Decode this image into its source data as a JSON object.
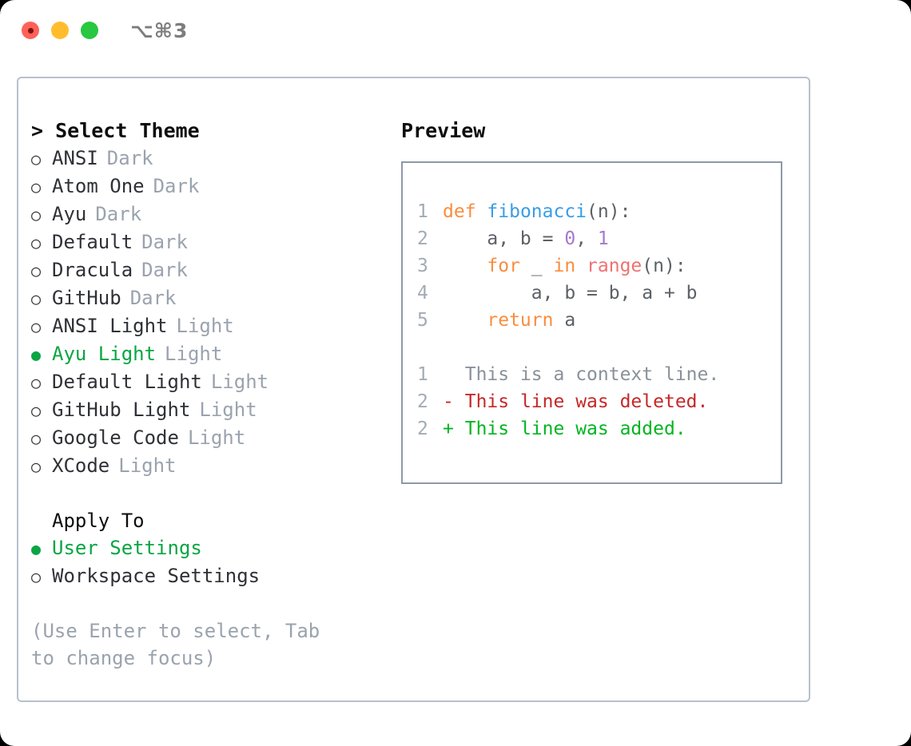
{
  "window": {
    "traffic_lights": [
      "close-button",
      "minimize-button",
      "maximize-button"
    ],
    "shortcut": "⌥⌘3"
  },
  "left_panel": {
    "heading": "> Select Theme",
    "themes": [
      {
        "marker": "○",
        "name": "ANSI",
        "kind": "Dark",
        "selected": false
      },
      {
        "marker": "○",
        "name": "Atom One",
        "kind": "Dark",
        "selected": false
      },
      {
        "marker": "○",
        "name": "Ayu",
        "kind": "Dark",
        "selected": false
      },
      {
        "marker": "○",
        "name": "Default",
        "kind": "Dark",
        "selected": false
      },
      {
        "marker": "○",
        "name": "Dracula",
        "kind": "Dark",
        "selected": false
      },
      {
        "marker": "○",
        "name": "GitHub",
        "kind": "Dark",
        "selected": false
      },
      {
        "marker": "○",
        "name": "ANSI Light",
        "kind": "Light",
        "selected": false
      },
      {
        "marker": "●",
        "name": "Ayu Light",
        "kind": "Light",
        "selected": true
      },
      {
        "marker": "○",
        "name": "Default Light",
        "kind": "Light",
        "selected": false
      },
      {
        "marker": "○",
        "name": "GitHub Light",
        "kind": "Light",
        "selected": false
      },
      {
        "marker": "○",
        "name": "Google Code",
        "kind": "Light",
        "selected": false
      },
      {
        "marker": "○",
        "name": "XCode",
        "kind": "Light",
        "selected": false
      }
    ],
    "apply_to": {
      "title": "Apply To",
      "options": [
        {
          "marker": "●",
          "name": "User Settings",
          "selected": true
        },
        {
          "marker": "○",
          "name": "Workspace Settings",
          "selected": false
        }
      ]
    },
    "hint": "(Use Enter to select, Tab to change focus)"
  },
  "right_panel": {
    "title": "Preview",
    "code_lines": [
      {
        "num": "1",
        "tokens": [
          {
            "t": "def",
            "c": "kw"
          },
          {
            "t": " ",
            "c": "plain"
          },
          {
            "t": "fibonacci",
            "c": "fn"
          },
          {
            "t": "(n):",
            "c": "plain"
          }
        ]
      },
      {
        "num": "2",
        "tokens": [
          {
            "t": "    a, b = ",
            "c": "plain"
          },
          {
            "t": "0",
            "c": "num"
          },
          {
            "t": ", ",
            "c": "plain"
          },
          {
            "t": "1",
            "c": "num"
          }
        ]
      },
      {
        "num": "3",
        "tokens": [
          {
            "t": "    ",
            "c": "plain"
          },
          {
            "t": "for",
            "c": "kw"
          },
          {
            "t": " _ ",
            "c": "plain"
          },
          {
            "t": "in",
            "c": "kw"
          },
          {
            "t": " ",
            "c": "plain"
          },
          {
            "t": "range",
            "c": "call"
          },
          {
            "t": "(n):",
            "c": "plain"
          }
        ]
      },
      {
        "num": "4",
        "tokens": [
          {
            "t": "        a, b = b, a + b",
            "c": "plain"
          }
        ]
      },
      {
        "num": "5",
        "tokens": [
          {
            "t": "    ",
            "c": "plain"
          },
          {
            "t": "return",
            "c": "kw"
          },
          {
            "t": " a",
            "c": "plain"
          }
        ]
      }
    ],
    "diff_lines": [
      {
        "num": "1",
        "sign": " ",
        "text": "This is a context line.",
        "kind": "ctx"
      },
      {
        "num": "2",
        "sign": "-",
        "text": "This line was deleted.",
        "kind": "del"
      },
      {
        "num": "2",
        "sign": "+",
        "text": "This line was added.",
        "kind": "add"
      }
    ]
  },
  "colors": {
    "accent_green": "#0aa544",
    "keyword_orange": "#fa8d3e",
    "function_blue": "#399ee6",
    "number_purple": "#a37acc",
    "call_red": "#f07171",
    "diff_delete": "#c62828",
    "diff_add": "#00b521",
    "muted_gray": "#9aa3ae",
    "border": "#8e99a8"
  }
}
